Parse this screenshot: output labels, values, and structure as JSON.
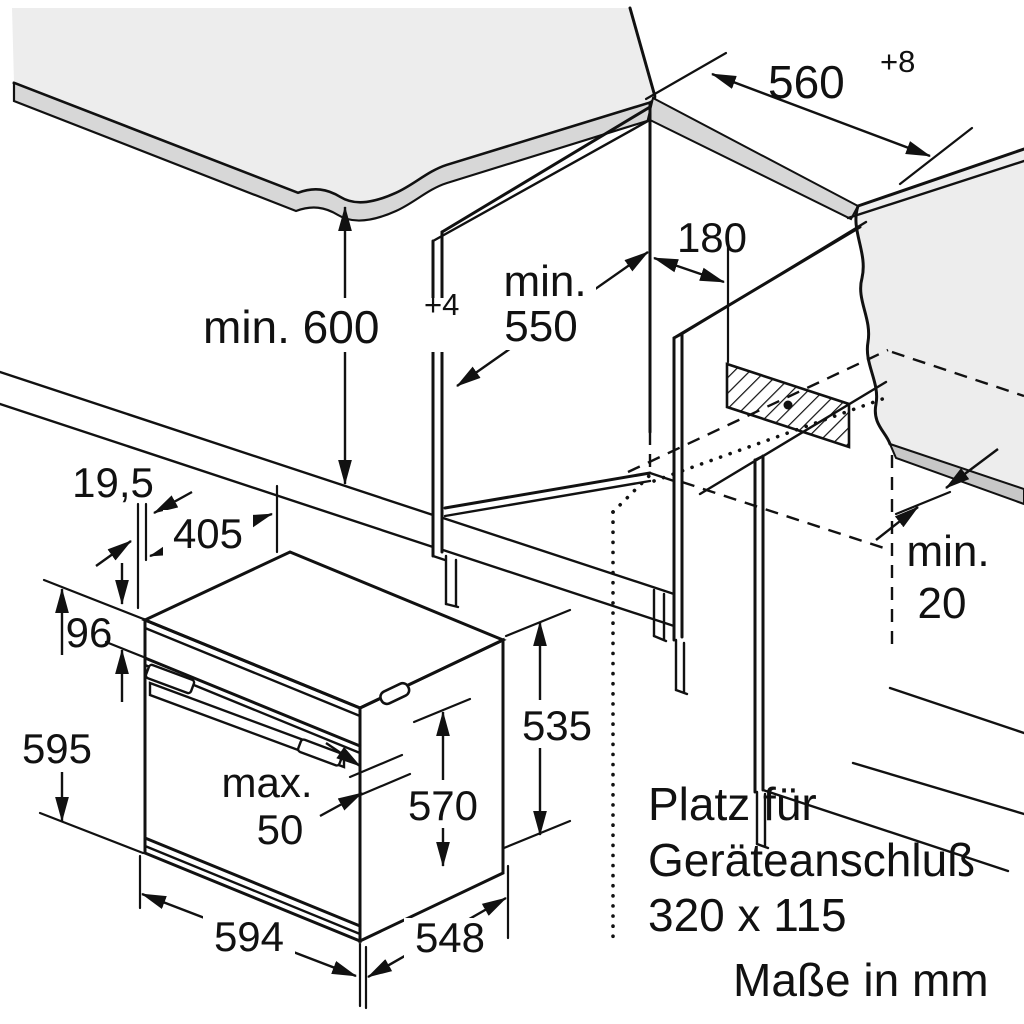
{
  "labels": {
    "niche_width": "560",
    "niche_width_tol": "+8",
    "setback": "180",
    "niche_depth_l1": "min.",
    "niche_depth_l2": "550",
    "worktop_height": "min. 600",
    "worktop_height_tol": "+4",
    "wall_gap_l1": "min.",
    "wall_gap_l2": "20",
    "fascia_overhang": "19,5",
    "door_open_depth": "405",
    "fascia_height": "96",
    "oven_height": "595",
    "handle_l1": "max.",
    "handle_l2": "50",
    "body_height": "535",
    "door_height": "570",
    "oven_width": "594",
    "body_depth": "548",
    "connection_l1": "Platz für",
    "connection_l2": "Geräteanschluß",
    "connection_l3": "320 x 115",
    "units": "Maße in mm"
  },
  "colors": {
    "line": "#111111",
    "worktop_surface": "#ededed",
    "worktop_edge_band": "#d7d7d7",
    "wall_surface": "#ededed",
    "wall_band": "#c7c7c7",
    "background": "#ffffff"
  }
}
